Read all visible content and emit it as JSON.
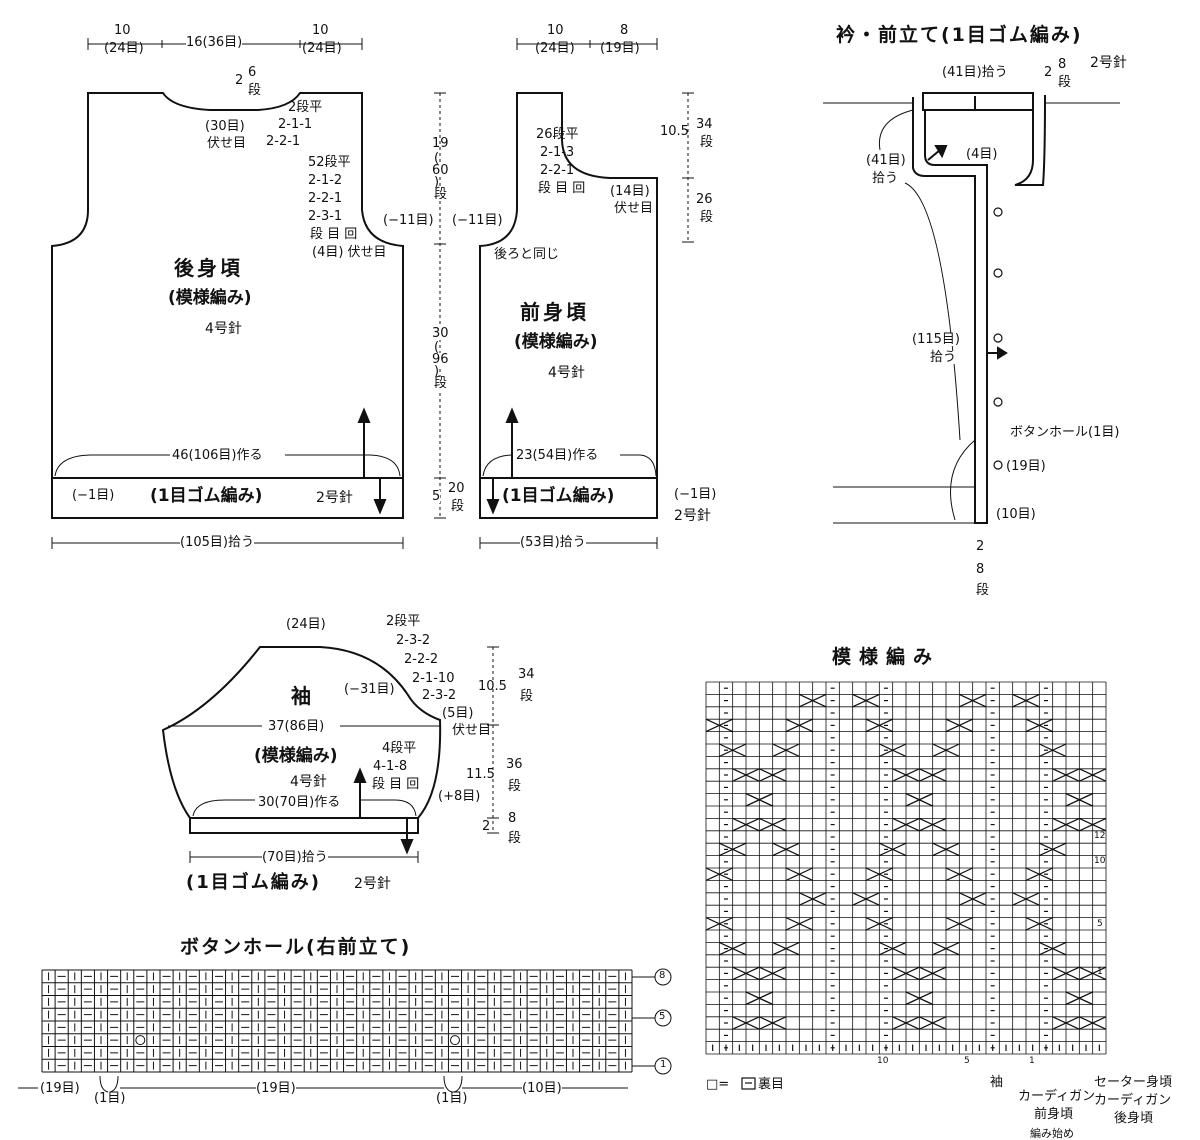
{
  "back": {
    "dim_top": [
      "10",
      "(24目)",
      "16(36目)",
      "10",
      "(24目)"
    ],
    "neck": [
      "2",
      "6",
      "段",
      "(30目)",
      "伏せ目",
      "2段平",
      "2-1-1",
      "2-2-1"
    ],
    "armhole": [
      "52段平",
      "2-1-2",
      "2-2-1",
      "2-3-1",
      "段 目 回",
      "(4目) 伏せ目",
      "(−11目)"
    ],
    "title": "後身頃",
    "pattern": "(模様編み)",
    "needle": "4号針",
    "cast_on": "46(106目)作る",
    "rib_dec": "(−1目)",
    "rib": "(1目ゴム編み)",
    "rib_needle": "2号針",
    "pickup": "(105目)拾う"
  },
  "height": [
    "19",
    "(",
    "60",
    ")",
    "段",
    "30",
    "(",
    "96",
    ")",
    "段",
    "5",
    "20",
    "段"
  ],
  "front": {
    "dim_top": [
      "10",
      "(24目)",
      "8",
      "(19目)"
    ],
    "neck": [
      "26段平",
      "2-1-3",
      "2-2-1",
      "段 目 回",
      "(14目)",
      "伏せ目"
    ],
    "armhole": [
      "(−11目)",
      "後ろと同じ"
    ],
    "height": [
      "10.5",
      "34",
      "段",
      "26",
      "段"
    ],
    "title": "前身頃",
    "pattern": "(模様編み)",
    "needle": "4号針",
    "cast_on": "23(54目)作る",
    "rib": "(1目ゴム編み)",
    "rib_dec": "(−1目)",
    "rib_needle": "2号針",
    "pickup": "(53目)拾う"
  },
  "collar": {
    "title": "衿・前立て(1目ゴム編み)",
    "top": [
      "(41目)拾う",
      "2",
      "8",
      "段",
      "2号針"
    ],
    "side": [
      "(41目)",
      "拾う",
      "(4目)"
    ],
    "mid": [
      "(115目)",
      "拾う"
    ],
    "holes": [
      "ボタンホール(1目)",
      "(19目)",
      "(10目)"
    ],
    "bottom": [
      "2",
      "8",
      "段"
    ]
  },
  "sleeve": {
    "top": "(24目)",
    "cap": [
      "2段平",
      "2-3-2",
      "2-2-2",
      "2-1-10",
      "2-3-2",
      "(5目)",
      "伏せ目",
      "(−31目)"
    ],
    "width": "37(86目)",
    "title": "袖",
    "pattern": "(模様編み)",
    "needle": "4号針",
    "inc": [
      "4段平",
      "4-1-8",
      "段 目 回",
      "(+8目)"
    ],
    "cast_on": "30(70目)作る",
    "height": [
      "10.5",
      "34",
      "段",
      "11.5",
      "36",
      "段",
      "2",
      "8",
      "段"
    ],
    "pickup": "(70目)拾う",
    "rib": "(1目ゴム編み)",
    "rib_needle": "2号針"
  },
  "buttonhole": {
    "title": "ボタンホール(右前立て)",
    "row_marks": [
      "8",
      "5",
      "1"
    ],
    "bottom": [
      "(19目)",
      "(1目)",
      "(19目)",
      "(1目)",
      "(10目)"
    ]
  },
  "chart": {
    "title": "模様編み",
    "row_labels": [
      "12",
      "10",
      "5",
      "1"
    ],
    "col_labels": [
      "10",
      "5",
      "1"
    ],
    "legend": [
      "□=",
      "裏目"
    ],
    "notes": [
      "袖",
      "カーディガン",
      "前身頃",
      "セーター身頃",
      "カーディガン",
      "後身頃",
      "編み始め"
    ]
  },
  "chart_data": {
    "type": "table",
    "title": "模様編み"
  }
}
